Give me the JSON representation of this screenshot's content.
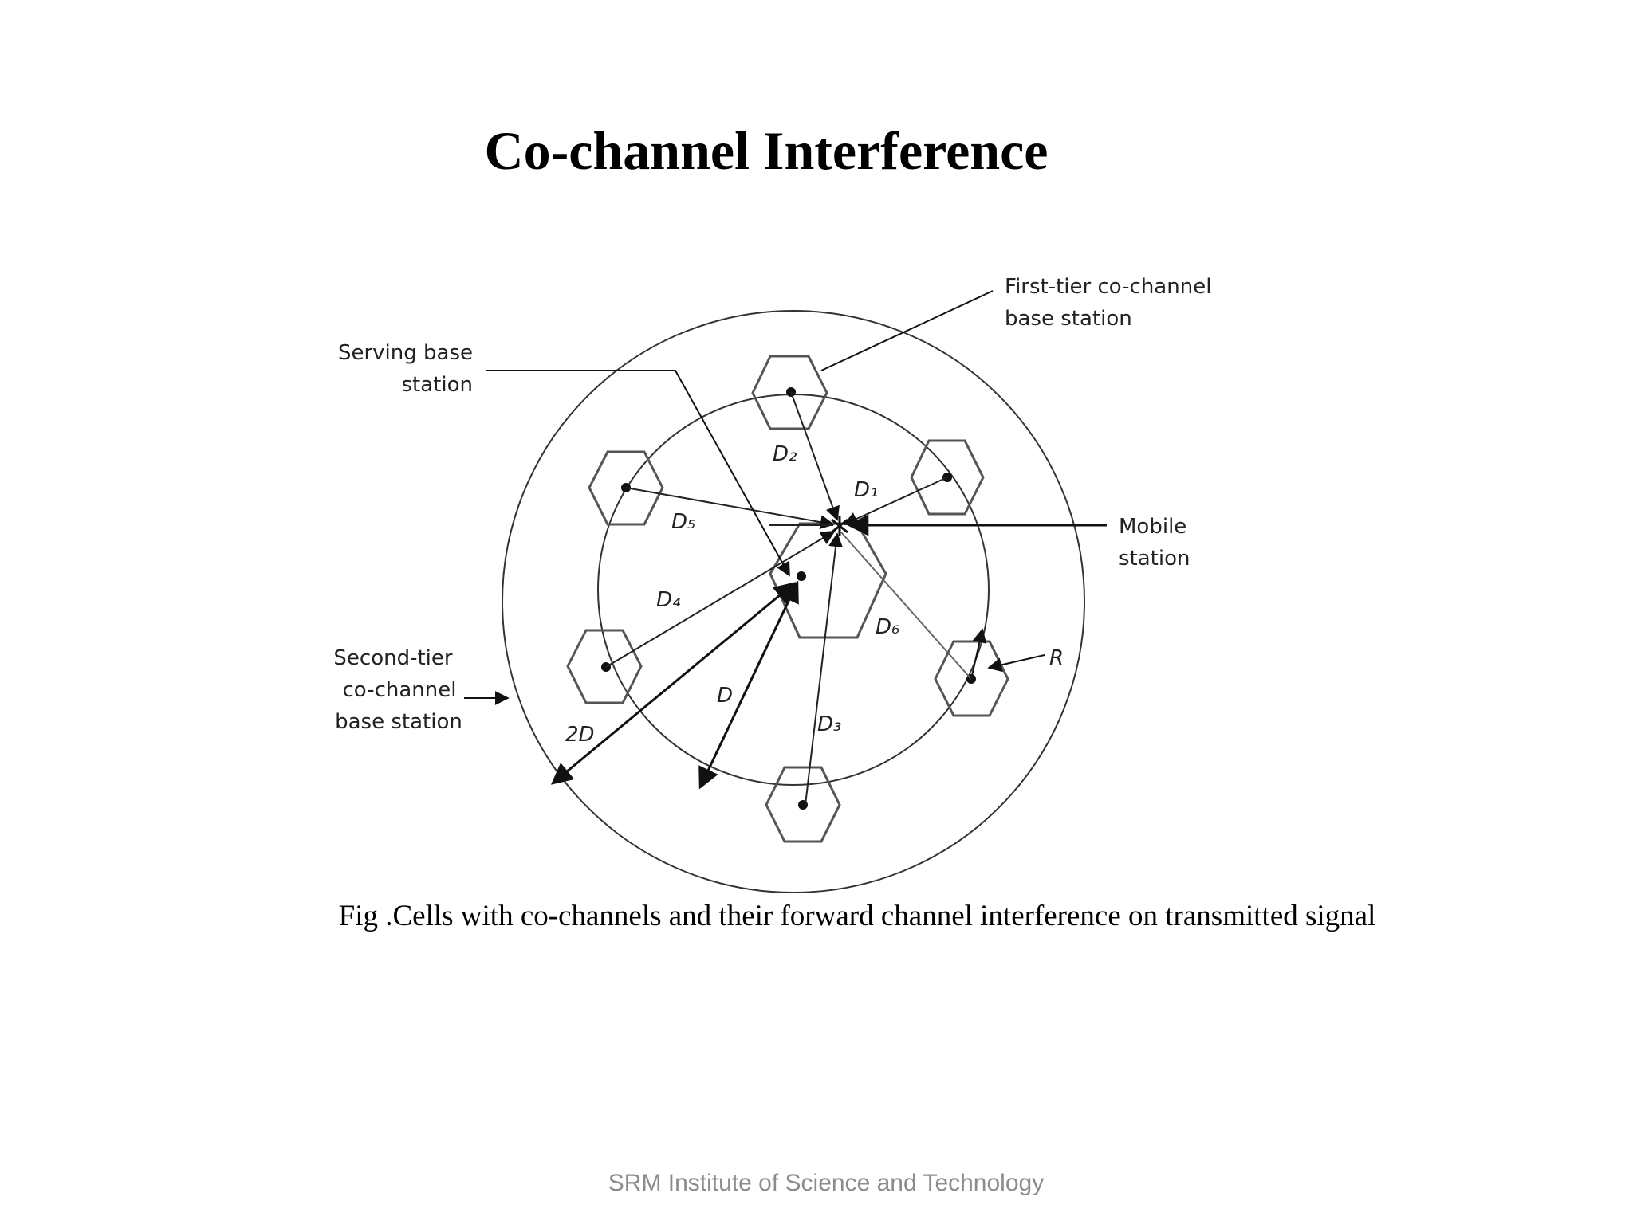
{
  "slide": {
    "title": "Co-channel Interference",
    "caption": "Fig .Cells with co-channels and their forward channel interference on transmitted signal",
    "footer": "SRM Institute of Science and Technology"
  },
  "diagram": {
    "labels": {
      "first_tier_line1": "First-tier co-channel",
      "first_tier_line2": "base station",
      "serving_line1": "Serving base",
      "serving_line2": "station",
      "mobile_line1": "Mobile",
      "mobile_line2": "station",
      "second_tier_line1": "Second-tier",
      "second_tier_line2": "co-channel",
      "second_tier_line3": "base station",
      "radius": "R"
    },
    "distance_labels": {
      "d1": "D₁",
      "d2": "D₂",
      "d3": "D₃",
      "d4": "D₄",
      "d5": "D₅",
      "d6": "D₆",
      "d": "D",
      "two_d": "2D"
    }
  }
}
